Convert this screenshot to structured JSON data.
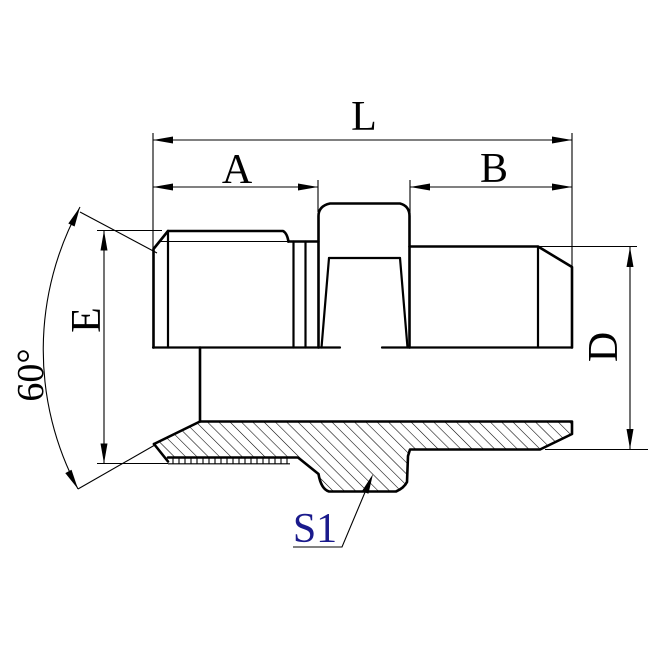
{
  "drawing": {
    "title": "male-adapter-fitting-technical-drawing",
    "labels": {
      "overall_length": "L",
      "left_thread_length": "A",
      "right_end_length": "B",
      "left_thread_diameter": "E",
      "right_outer_diameter": "D",
      "cone_angle": "60°",
      "wrench_flat_size": "S1"
    },
    "colors": {
      "line": "#000000",
      "label": "#000000",
      "s1_label": "#1a1a8c",
      "background": "#ffffff"
    }
  }
}
